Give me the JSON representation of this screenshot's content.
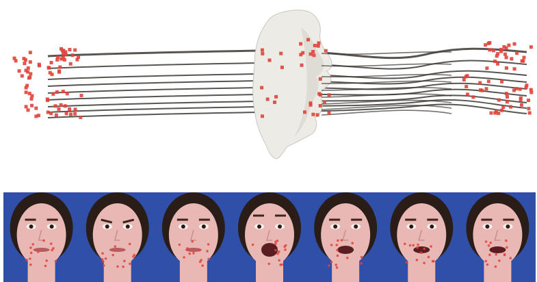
{
  "colors": {
    "background": "#ffffff",
    "face_panel_background": "#2f4fa8",
    "mesh_surface": "#ecebe6",
    "trajectory_line": "#3a3632",
    "marker": "#e0443a",
    "skin": "#e9b7b4",
    "hair": "#2a1d18"
  },
  "top_panel": {
    "trajectory_count": 9,
    "marker_clusters": [
      "left-marker-cloud",
      "center-mesh-markers",
      "right-marker-cloud"
    ]
  },
  "bottom_panel": {
    "face_count": 7,
    "expressions": [
      "neutral",
      "frown",
      "neutral",
      "open-mouth",
      "half-open",
      "speech",
      "smile"
    ]
  }
}
